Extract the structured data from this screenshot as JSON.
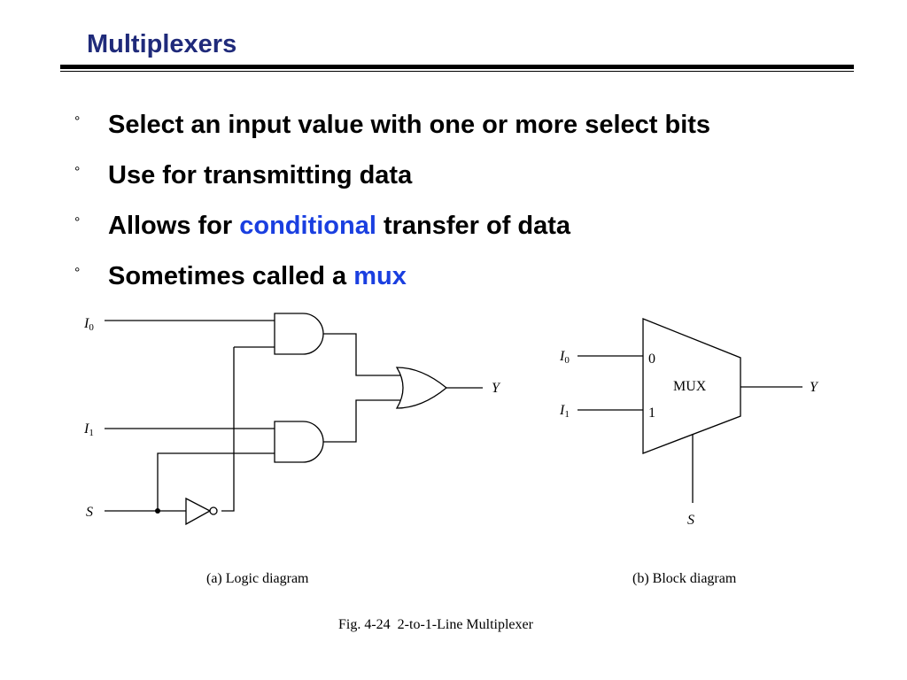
{
  "slide": {
    "title": "Multiplexers",
    "bullets": [
      {
        "mark": "°",
        "pre": "Select an input value with one or more select bits",
        "highlight": "",
        "post": ""
      },
      {
        "mark": "°",
        "pre": "Use for transmitting data",
        "highlight": "",
        "post": ""
      },
      {
        "mark": "°",
        "pre": "Allows for ",
        "highlight": "conditional",
        "post": " transfer of data"
      },
      {
        "mark": "°",
        "pre": "Sometimes called a ",
        "highlight": "mux",
        "post": ""
      }
    ]
  },
  "logic_diagram": {
    "input_i0": "I",
    "input_i0_sub": "0",
    "input_i1": "I",
    "input_i1_sub": "1",
    "input_s": "S",
    "output_y": "Y",
    "caption": "(a) Logic diagram"
  },
  "block_diagram": {
    "input_i0": "I",
    "input_i0_sub": "0",
    "input_i1": "I",
    "input_i1_sub": "1",
    "port_0": "0",
    "port_1": "1",
    "mux_label": "MUX",
    "output_y": "Y",
    "input_s": "S",
    "caption": "(b) Block diagram"
  },
  "figure_caption": "Fig. 4-24  2-to-1-Line Multiplexer",
  "colors": {
    "title": "#1f2a7a",
    "highlight": "#1a3fe0",
    "text": "#000000"
  }
}
